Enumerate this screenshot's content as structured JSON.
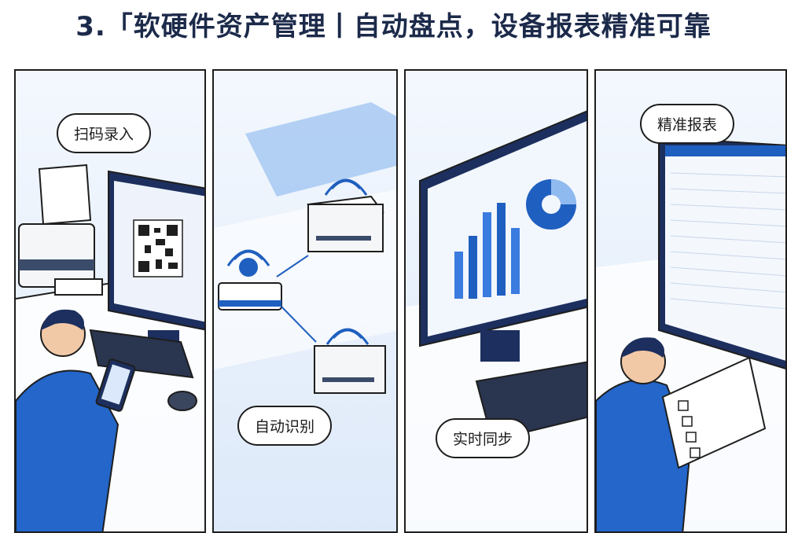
{
  "title": "3.「软硬件资产管理丨自动盘点，设备报表精准可靠",
  "panels": [
    {
      "caption": "扫码录入",
      "icon": "qr-code-icon"
    },
    {
      "caption": "自动识别",
      "icon": "wireless-signal-icon"
    },
    {
      "caption": "实时同步",
      "icon": "bar-chart-icon"
    },
    {
      "caption": "精准报表",
      "icon": "clipboard-report-icon"
    }
  ],
  "colors": {
    "accent": "#1f5fbf",
    "dark_blue": "#1c3e8a",
    "title": "#1c2a4a"
  }
}
